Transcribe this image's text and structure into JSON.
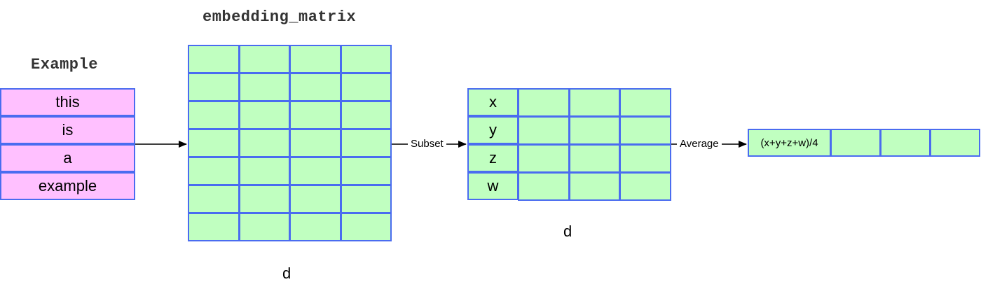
{
  "example": {
    "title": "Example",
    "words": [
      "this",
      "is",
      "a",
      "example"
    ]
  },
  "embedding": {
    "title": "embedding_matrix",
    "dim_label": "d"
  },
  "subset": {
    "arrow_label": "Subset",
    "row_labels": [
      "x",
      "y",
      "z",
      "w"
    ],
    "dim_label": "d"
  },
  "average": {
    "arrow_label": "Average",
    "result_label": "(x+y+z+w)/4"
  },
  "colors": {
    "cell_border": "#4a6cf0",
    "word_fill": "#ffc0ff",
    "embedding_fill": "#c0ffc0"
  }
}
